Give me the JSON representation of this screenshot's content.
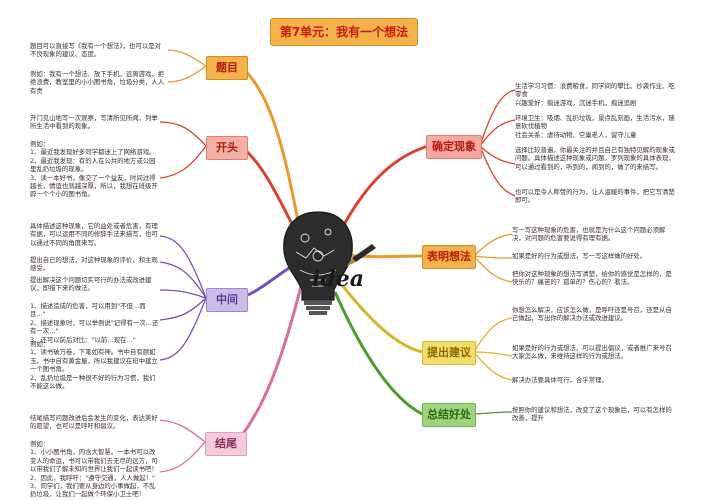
{
  "title": "第7单元：我有一个想法",
  "logo_text": "idea",
  "colors": {
    "orange": "#e79a2e",
    "red": "#d8432f",
    "purple": "#7a4fb8",
    "pink": "#d46fa0",
    "yellow": "#d8b326",
    "green": "#4f9a31",
    "dark_red": "#a8281d"
  },
  "left_branches": {
    "topic": {
      "label": "题目",
      "texts": [
        "题目可以直接写《我有一个想法》，也可以是对不良现象的建议、态度。",
        "例如：我有一个想法、放下手机，远离游戏、拒绝浪费，教室里的小小图书角，垃圾分类，人人有责"
      ]
    },
    "opening": {
      "label": "开头",
      "texts": [
        "开门见山地写一次观察，写清所见所闻，列举所生活中看到的现象。",
        "例如：\n1、最近我发现好多同学都迷上了网络游戏。\n2、最近我发现：有的人在公共的地方或公园里乱扔垃圾的现象。\n3、读一本好书，像交了一个益友，时间过得越长，情谊也就越深厚，所以，我想在班级开辟一个个小的图书角。"
      ]
    },
    "middle": {
      "label": "中间",
      "texts": [
        "具体描述这种现象，它的益处或者危害，有理有据，可以运用不同的修辞手法来描写，也可以通过不同的角度来写。",
        "提出自己的想法，对这种现象的评价，和主观感受。",
        "提出解决这个问题切实可行的办法或改进建议，即措下来的做法。",
        "1、描述造成的危害，可以用到\"不但…而且…\"\n2、描述现象时，可以举例说\"记得有一次…还有一次…\"\n3、还可以前后对比：\"以前…现在…\"",
        "例如：\n1、读书破万卷，下笔如有神。书中自有颜如玉，书中自有黄金屋，所以我建议在班中建立一个图书角。\n2、乱扔垃圾是一种很不好的行为习惯，我们不能这么做。"
      ]
    },
    "ending": {
      "label": "结尾",
      "texts": [
        "结尾描写问题改进后会发生的变化，表达美好的愿望，也可以是呼吁和倡议。",
        "例如：\n1、小小图书角，内含大智慧。一本书可以改变人的命运，书可以带我们去无尽的远方，可以带我们了解未知的世界让我们一起读书吧！\n2、因此，我呼吁：\"遵守交通，人人做起！\"\n3、同学们，我们要从身边的小事做起，不乱扔垃圾，让我们一起做个环保小卫士吧！"
      ]
    }
  },
  "right_branches": {
    "phenomenon": {
      "label": "确定现象",
      "texts": [
        "生活学习习惯：浪费粮食，同学间的攀比、抄袭作业、吃零食\n兴趣爱好：痴迷游戏，沉迷手机，痴迷追剧",
        "环境卫生：吸烟、乱扔垃圾，景点乱刻画，生活污水，随意砍伐植物\n社会关系：虐待动物、空巢老人，留守儿童",
        "选择比较普遍，你最关注的并且自己有独特见解的现象或问题。具体描述这种现象或问题，罗列现象的具体表现，可以通过看到的，听到的，闻到的，做了的来描写。",
        "也可以是令人称赞的行为，让人温暖的事件，把它写清楚即可。"
      ]
    },
    "opinion": {
      "label": "表明想法",
      "texts": [
        "写一写这种现象的危害，也就是为什么这个问题必须解决，对问题的危害要说得有理有据。",
        "如果是好的行为或想法，写一写这样做的好处。",
        "把你对这种现象的想法写清楚，给你的感觉是怎样的，是快乐的？痛苦的？孤单的？伤心的？看法。"
      ]
    },
    "suggestion": {
      "label": "提出建议",
      "texts": [
        "你想怎么解决，应该怎么做，是呼吁还是号召，还是从自己做起，写出你的解决办法或改进建议。",
        "如果是好的行为或想法，可以提出倡议，或者推广来号召大家怎么做，来维持这样的行为或想法。",
        "解决办法要具体可行，合乎常理。"
      ]
    },
    "summary": {
      "label": "总结好处",
      "texts": [
        "按照你的建议和想法，改变了这个现象后，可以有怎样的改善，提升"
      ]
    }
  }
}
